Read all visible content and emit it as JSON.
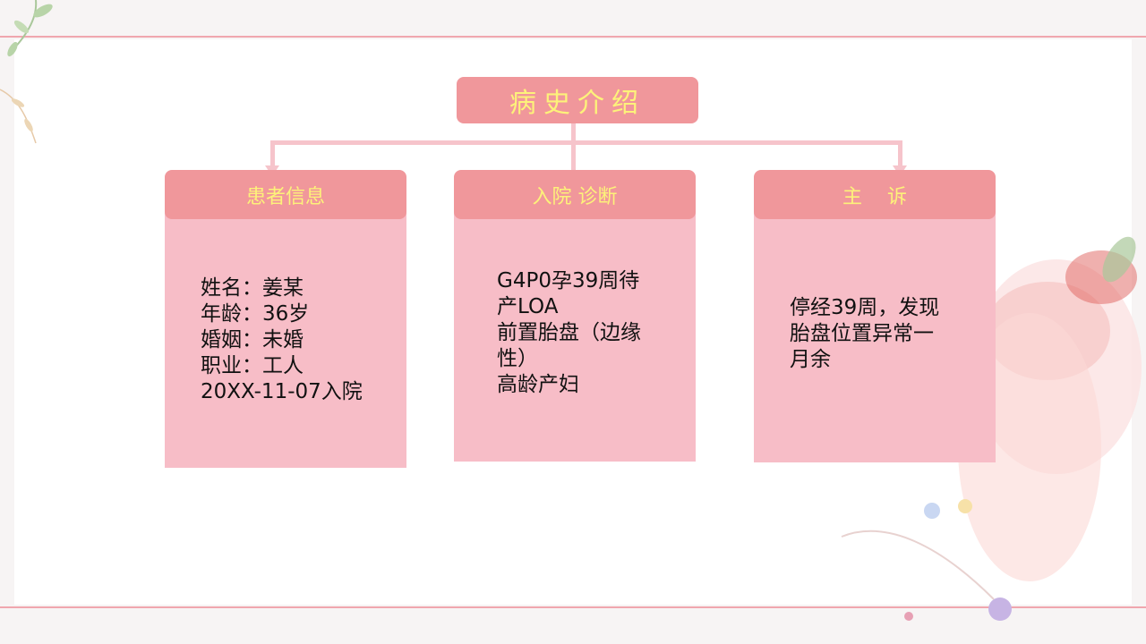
{
  "title": "病史介绍",
  "cards": [
    {
      "heading": "患者信息",
      "lines": "姓名：姜某\n年龄：36岁\n婚姻：未婚\n职业：工人\n20XX-11-07入院"
    },
    {
      "heading": "入院 诊断",
      "lines": "G4P0孕39周待\n产LOA\n前置胎盘（边缘\n性）\n高龄产妇"
    },
    {
      "heading": "主    诉",
      "lines": "停经39周，发现\n胎盘位置异常一\n月余"
    }
  ],
  "colors": {
    "header_fill": "#f0979b",
    "header_text": "#fdf27a",
    "card_fill": "#f7bdc7",
    "connector": "#f6c4cb"
  }
}
